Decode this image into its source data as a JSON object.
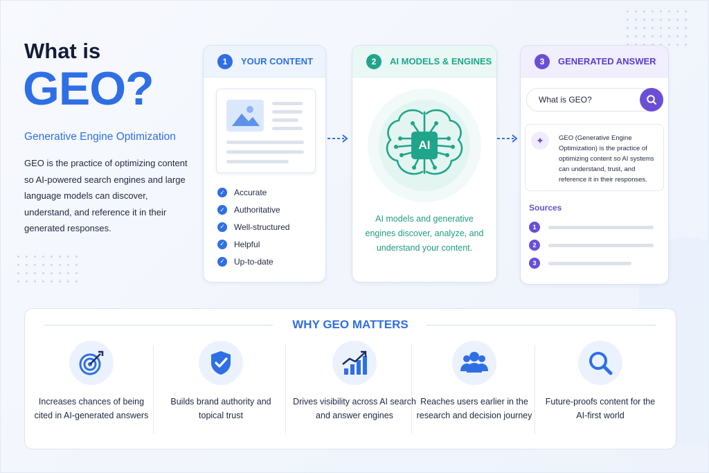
{
  "heading": {
    "what": "What is",
    "geo": "GEO?",
    "subtitle": "Generative Engine Optimization",
    "description": "GEO is the practice of optimizing content so AI-powered search engines and large language models can discover, understand, and reference it in their generated responses."
  },
  "steps": [
    {
      "number": "1",
      "title": "YOUR CONTENT",
      "checklist": [
        "Accurate",
        "Authoritative",
        "Well-structured",
        "Helpful",
        "Up-to-date"
      ]
    },
    {
      "number": "2",
      "title": "AI MODELS & ENGINES",
      "chip_label": "AI",
      "text": "AI models and generative engines discover, analyze, and understand your content."
    },
    {
      "number": "3",
      "title": "GENERATED ANSWER",
      "query": "What is GEO?",
      "answer": "GEO (Generative Engine Optimization) is the practice of optimizing content so AI systems can understand, trust, and reference it in their responses.",
      "sources_label": "Sources",
      "sources": [
        "1",
        "2",
        "3"
      ]
    }
  ],
  "why": {
    "title": "WHY GEO MATTERS",
    "benefits": [
      {
        "icon": "target-icon",
        "text": "Increases chances of being cited in AI-generated answers"
      },
      {
        "icon": "shield-check-icon",
        "text": "Builds brand authority and topical trust"
      },
      {
        "icon": "growth-chart-icon",
        "text": "Drives visibility across AI search and answer engines"
      },
      {
        "icon": "users-icon",
        "text": "Reaches users earlier in the research and decision journey"
      },
      {
        "icon": "magnifier-icon",
        "text": "Future-proofs content for the AI-first world"
      }
    ]
  },
  "colors": {
    "blue": "#2f6fe4",
    "teal": "#20a58a",
    "purple": "#6a4fd6",
    "ink": "#1a2340"
  }
}
